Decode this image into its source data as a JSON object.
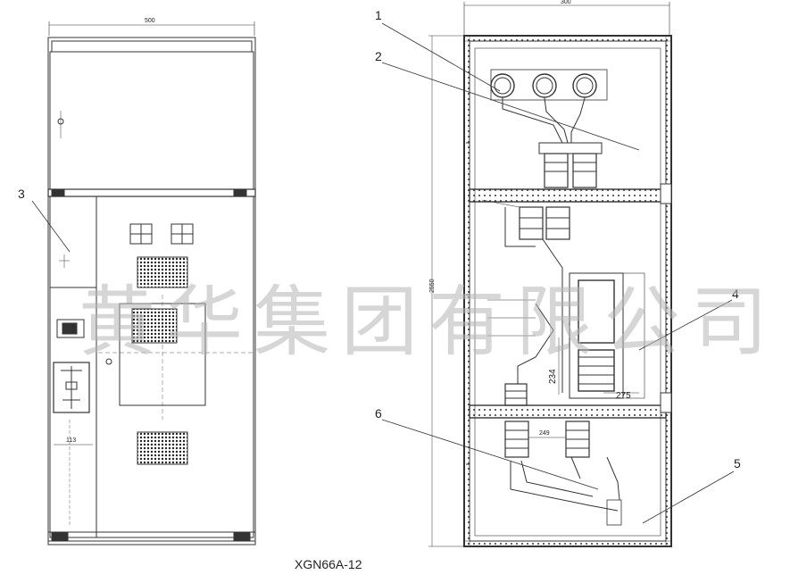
{
  "caption": "XGN66A-12",
  "watermark": "黄华集团有限公司",
  "callouts": [
    "1",
    "2",
    "3",
    "4",
    "5",
    "6"
  ],
  "dimensions": {
    "left_width": "500",
    "right_width": "300",
    "right_height": "2550",
    "d_113": "113",
    "d_234": "234",
    "d_275": "275",
    "d_249": "249"
  },
  "colors": {
    "line": "#333333",
    "dot": "#222222",
    "watermark": "#b4b4b4"
  }
}
